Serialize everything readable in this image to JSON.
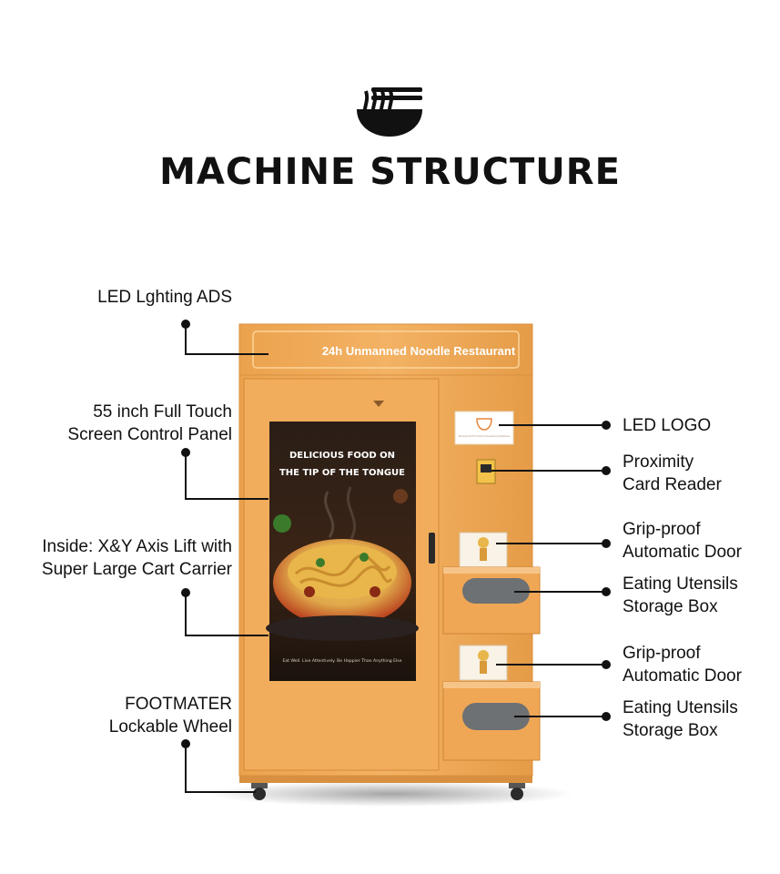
{
  "title": "MACHINE STRUCTURE",
  "logo_icon": "noodle-bowl-icon",
  "machine": {
    "banner_text": "24h Unmanned Noodle Restaurant",
    "screen_headline": [
      "DELICIOUS FOOD ON",
      "THE TIP OF THE TONGUE"
    ],
    "screen_footer": "Eat Well. Live Attentively. Be Happier Than Anything Else",
    "logo_card_text": "Running Cold For Food to Convenient And Delicious",
    "colors": {
      "body": "#f0aa55",
      "body_dark": "#d98d39",
      "accent_bowl": "#c0391b",
      "noodle": "#e8b64a"
    }
  },
  "callouts": {
    "led_ads": [
      "LED Lghting ADS"
    ],
    "touch_screen": [
      "55 inch Full Touch",
      "Screen Control Panel"
    ],
    "lift": [
      "Inside: X&Y Axis Lift with",
      "Super Large Cart Carrier"
    ],
    "wheel": [
      "FOOTMATER",
      "Lockable Wheel"
    ],
    "led_logo": [
      "LED LOGO"
    ],
    "card_reader": [
      "Proximity",
      "Card Reader"
    ],
    "door_1": [
      "Grip-proof",
      "Automatic Door"
    ],
    "storage_1": [
      "Eating Utensils",
      "Storage Box"
    ],
    "door_2": [
      "Grip-proof",
      "Automatic Door"
    ],
    "storage_2": [
      "Eating Utensils",
      "Storage Box"
    ]
  }
}
